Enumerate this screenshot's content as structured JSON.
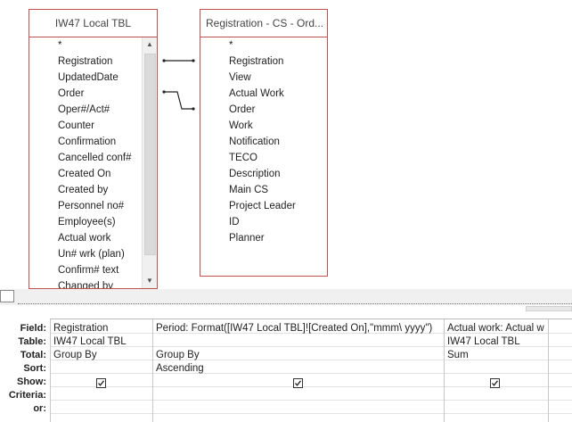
{
  "tables": [
    {
      "title": "IW47 Local TBL",
      "fields": [
        "*",
        "Registration",
        "UpdatedDate",
        "Order",
        "Oper#/Act#",
        "Counter",
        "Confirmation",
        "Cancelled conf#",
        "Created On",
        "Created by",
        "Personnel no#",
        "Employee(s)",
        "Actual work",
        "Un# wrk (plan)",
        "Confirm# text",
        "Changed by"
      ]
    },
    {
      "title": "Registration - CS - Ord...",
      "fields": [
        "*",
        "Registration",
        "View",
        "Actual Work",
        "Order",
        "Work",
        "Notification",
        "TECO",
        "Description",
        "Main CS",
        "Project Leader",
        "ID",
        "Planner"
      ]
    }
  ],
  "grid": {
    "row_labels": [
      "Field:",
      "Table:",
      "Total:",
      "Sort:",
      "Show:",
      "Criteria:",
      "or:"
    ],
    "columns": [
      {
        "field": "Registration",
        "table": "IW47 Local TBL",
        "total": "Group By",
        "sort": "",
        "show": true
      },
      {
        "field": "Period: Format([IW47 Local TBL]![Created On],\"mmm\\ yyyy\")",
        "table": "",
        "total": "Group By",
        "sort": "Ascending",
        "show": true
      },
      {
        "field": "Actual work: Actual w",
        "table": "IW47 Local TBL",
        "total": "Sum",
        "sort": "",
        "show": true
      }
    ]
  }
}
